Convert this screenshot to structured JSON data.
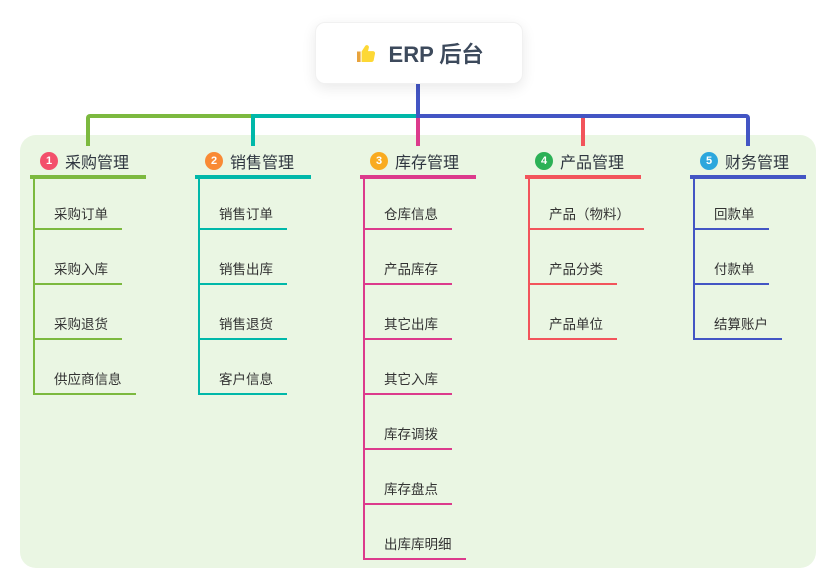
{
  "root": {
    "title": "ERP 后台",
    "icon": "thumbs-up"
  },
  "colors": {
    "page_bg": "#ffffff",
    "panel_bg": "#eaf6e3",
    "root_text": "#3d4a5c",
    "category_text": "#2f3640",
    "child_text": "#333333",
    "trunk": "#4355c4",
    "thumb_yellow": "#fdd835",
    "thumb_dark": "#e8a33d"
  },
  "categories": [
    {
      "badge": "1",
      "label": "采购管理",
      "badge_color": "#f3506b",
      "line_color": "#7cb93f",
      "children": [
        "采购订单",
        "采购入库",
        "采购退货",
        "供应商信息"
      ]
    },
    {
      "badge": "2",
      "label": "销售管理",
      "badge_color": "#f98a35",
      "line_color": "#00b8a9",
      "children": [
        "销售订单",
        "销售出库",
        "销售退货",
        "客户信息"
      ]
    },
    {
      "badge": "3",
      "label": "库存管理",
      "badge_color": "#f9ab20",
      "line_color": "#dc3a8c",
      "children": [
        "仓库信息",
        "产品库存",
        "其它出库",
        "其它入库",
        "库存调拨",
        "库存盘点",
        "出库库明细"
      ]
    },
    {
      "badge": "4",
      "label": "产品管理",
      "badge_color": "#2cb156",
      "line_color": "#f2545b",
      "children": [
        "产品（物料）",
        "产品分类",
        "产品单位"
      ]
    },
    {
      "badge": "5",
      "label": "财务管理",
      "badge_color": "#2ca7dd",
      "line_color": "#4355c4",
      "children": [
        "回款单",
        "付款单",
        "结算账户"
      ]
    }
  ]
}
